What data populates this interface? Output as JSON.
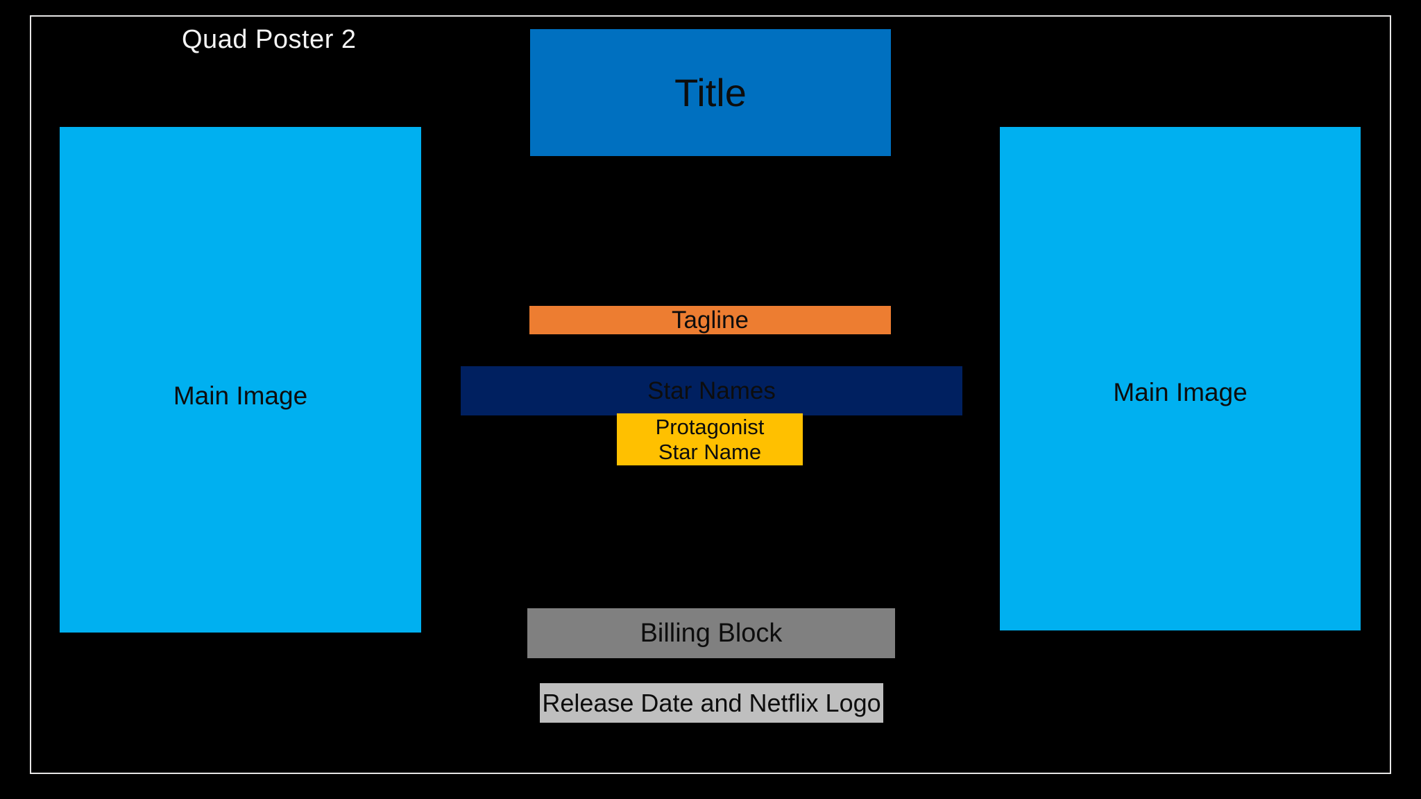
{
  "slide": {
    "label": "Quad Poster 2",
    "background_color": "#000000",
    "frame_border_color": "#E7E6E6",
    "label_text_color": "#F5F5F5",
    "box_text_color": "#0D0D0D"
  },
  "boxes": {
    "title": {
      "label": "Title",
      "color": "#0070C0"
    },
    "main_image_left": {
      "label": "Main Image",
      "color": "#00B0F0"
    },
    "main_image_right": {
      "label": "Main Image",
      "color": "#00B0F0"
    },
    "tagline": {
      "label": "Tagline",
      "color": "#ED7D31"
    },
    "star_names": {
      "label": "Star Names",
      "color": "#002060"
    },
    "protagonist": {
      "line1": "Protagonist",
      "line2": "Star Name",
      "color": "#FFC000"
    },
    "billing_block": {
      "label": "Billing Block",
      "color": "#808080"
    },
    "release": {
      "label": "Release Date and Netflix Logo",
      "color": "#BFBFBF"
    }
  }
}
